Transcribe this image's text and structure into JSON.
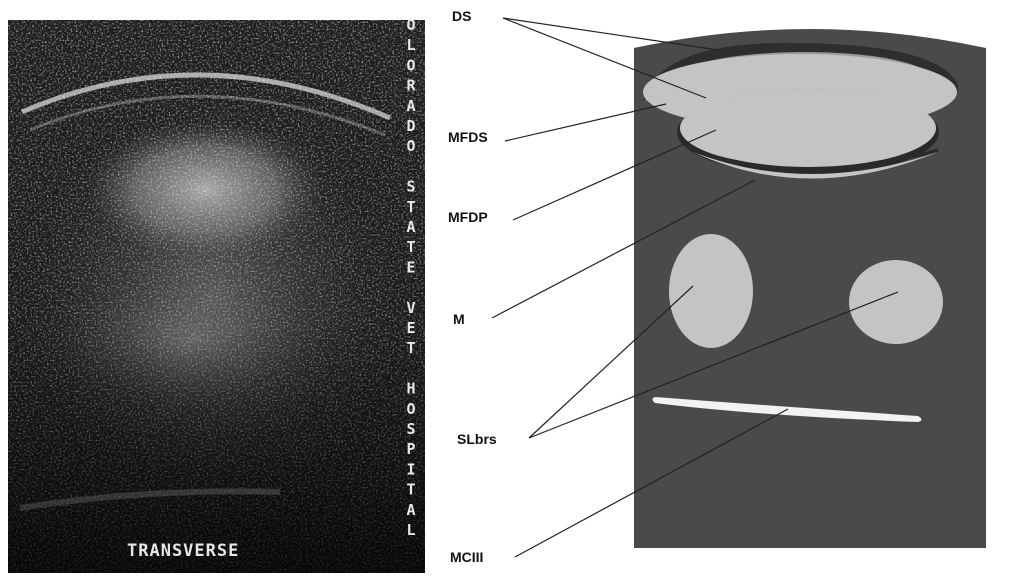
{
  "ultrasound": {
    "caption": "TRANSVERSE",
    "vertical_text": "OLORADO STATE VET HOSPITAL"
  },
  "labels": {
    "ds": "DS",
    "mfds": "MFDS",
    "mfdp": "MFDP",
    "m": "M",
    "slbrs": "SLbrs",
    "mciii": "MCIII"
  },
  "colors": {
    "background": "#ffffff",
    "scan_background": "#1e1e1e",
    "diagram_tissue": "#4a4a4a",
    "diagram_highlight": "#c4c4c4",
    "bone_line": "#f2f2f2",
    "leader_line": "#222222"
  }
}
